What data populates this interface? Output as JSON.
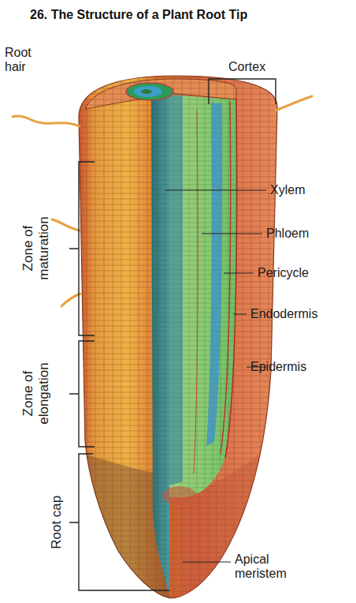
{
  "diagram": {
    "title": "26. The Structure of a Plant Root Tip",
    "labels": [
      "Cortex",
      "Root hair",
      "Xylem",
      "Zone of maturation",
      "Phloem",
      "Pericycle",
      "Endodermis",
      "Epidermis",
      "Zone of elongation",
      "Root cap",
      "Apical meristem"
    ]
  }
}
